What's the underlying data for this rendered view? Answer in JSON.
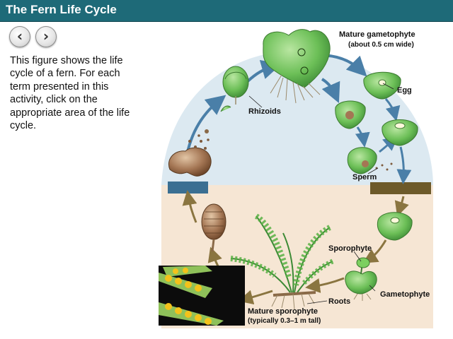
{
  "header": {
    "title": "The Fern Life Cycle"
  },
  "nav": {
    "prev_icon": "‹",
    "next_icon": "›"
  },
  "description": "This figure shows the life cycle of a fern. For each term presented in this activity, click on the appropriate area of the life cycle.",
  "labels": {
    "mature_gametophyte": "Mature gametophyte",
    "mature_gametophyte_size": "(about 0.5 cm wide)",
    "rhizoids": "Rhizoids",
    "egg": "Egg",
    "sperm": "Sperm",
    "sporophyte": "Sporophyte",
    "gametophyte": "Gametophyte",
    "roots": "Roots",
    "mature_sporophyte": "Mature sporophyte",
    "mature_sporophyte_size": "(typically 0.3–1 m tall)"
  },
  "colors": {
    "header": "#1e6a78",
    "haploid_bg": "#dce9f1",
    "diploid_bg": "#f6e6d4",
    "haploid_arrow": "#4a7fa8",
    "diploid_arrow": "#8a7540",
    "meiosis_box": "#3b6f92",
    "fertilization_box": "#6d5a2a"
  },
  "icons": {
    "prev": "chevron-left-icon",
    "next": "chevron-right-icon"
  }
}
